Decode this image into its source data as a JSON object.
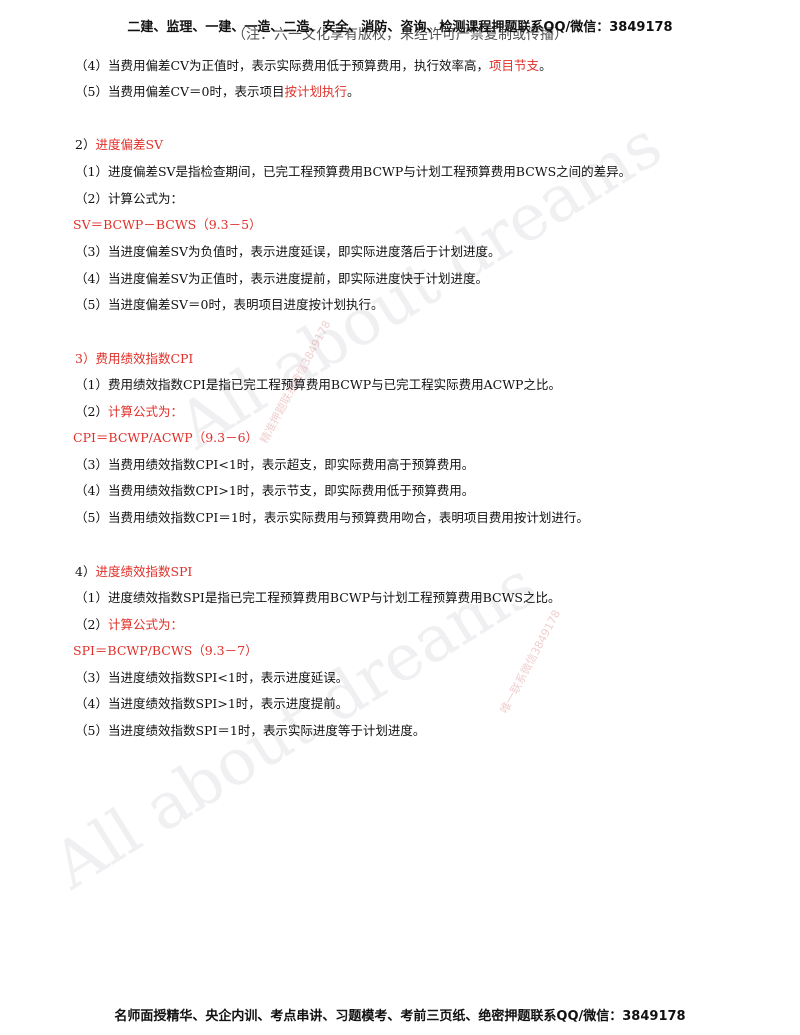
{
  "header": {
    "top_line": "二建、监理、一建、一造、二造、安全、消防、咨询、检测课程押题联系QQ/微信：3849178",
    "under_line": "（注：六一文化享有版权，未经许可严禁复制或传播）"
  },
  "content": {
    "cv_item4": {
      "text": "（4）当费用偏差CV为正值时，表示实际费用低于预算费用，执行效率高，",
      "red": "项目节支",
      "tail": "。"
    },
    "cv_item5": {
      "text": "（5）当费用偏差CV＝0时，表示项目",
      "red": "按计划执行",
      "tail": "。"
    },
    "sv_heading": {
      "prefix": "2）",
      "red": "进度偏差SV"
    },
    "sv_items": [
      "（1）进度偏差SV是指检查期间，已完工程预算费用BCWP与计划工程预算费用BCWS之间的差异。",
      "（2）计算公式为："
    ],
    "sv_formula": "SV＝BCWP－BCWS（9.3－5）",
    "sv_items_after": [
      "（3）当进度偏差SV为负值时，表示进度延误，即实际进度落后于计划进度。",
      "（4）当进度偏差SV为正值时，表示进度提前，即实际进度快于计划进度。",
      "（5）当进度偏差SV＝0时，表明项目进度按计划执行。"
    ],
    "cpi_heading": "3）费用绩效指数CPI",
    "cpi_item1": "（1）费用绩效指数CPI是指已完工程预算费用BCWP与已完工程实际费用ACWP之比。",
    "cpi_item2": {
      "prefix": "（2）",
      "red": "计算公式为："
    },
    "cpi_formula": "CPI＝BCWP/ACWP（9.3－6）",
    "cpi_items_after": [
      "（3）当费用绩效指数CPI<1时，表示超支，即实际费用高于预算费用。",
      "（4）当费用绩效指数CPI>1时，表示节支，即实际费用低于预算费用。",
      "（5）当费用绩效指数CPI＝1时，表示实际费用与预算费用吻合，表明项目费用按计划进行。"
    ],
    "spi_heading": {
      "prefix": "4）",
      "red": "进度绩效指数SPI"
    },
    "spi_item1": "（1）进度绩效指数SPI是指已完工程预算费用BCWP与计划工程预算费用BCWS之比。",
    "spi_item2": {
      "prefix": "（2）",
      "red": "计算公式为："
    },
    "spi_formula": "SPI＝BCWP/BCWS（9.3－7）",
    "spi_items_after": [
      "（3）当进度绩效指数SPI<1时，表示进度延误。",
      "（4）当进度绩效指数SPI>1时，表示进度提前。",
      "（5）当进度绩效指数SPI＝1时，表示实际进度等于计划进度。"
    ]
  },
  "watermarks": {
    "big_text": "All about dreams",
    "small_text_1": "精准押题联系微信3849178",
    "small_text_2": "唯一联系微信3849178"
  },
  "footer": {
    "text": "名师面授精华、央企内训、考点串讲、习题模考、考前三页纸、绝密押题联系QQ/微信：3849178"
  },
  "colors": {
    "accent_red": "#e0302a",
    "text": "#111111"
  }
}
